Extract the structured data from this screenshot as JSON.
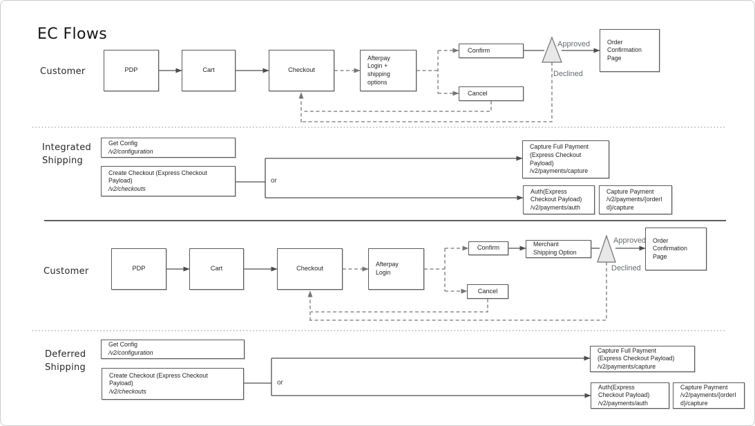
{
  "title": "EC Flows",
  "colors": {
    "box_border": "#595959",
    "solid_edge": "#4d4d4d",
    "dashed_edge": "#757575",
    "edge_label_gray": "#666a6e",
    "triangle_fill": "#e8e8e8",
    "separator_dotted": "#b3b3b3",
    "separator_solid": "#5c5c5c"
  },
  "lane1": {
    "label": "Customer",
    "pdp": "PDP",
    "cart": "Cart",
    "checkout": "Checkout",
    "afterpay": [
      "Afterpay",
      "Login +",
      "shipping",
      "options"
    ],
    "confirm": "Confirm",
    "cancel": "Cancel",
    "order_confirmation": [
      "Order",
      "Confirmation",
      "Page"
    ],
    "approved": "Approved",
    "declined": "Declined"
  },
  "integrated": {
    "label": [
      "Integrated",
      "Shipping"
    ],
    "get_config": {
      "title": "Get Config",
      "path": "/v2/configuration"
    },
    "create_checkout": {
      "lines": [
        "Create Checkout (Express Checkout",
        "Payload)"
      ],
      "path": "/v2/checkouts"
    },
    "or": "or",
    "capture_full": [
      "Capture Full Payment",
      "(Express Checkout",
      "Payload)",
      "/v2/payments/capture"
    ],
    "auth": [
      "Auth(Express",
      "Checkout Payload)",
      "/v2/payments/auth"
    ],
    "capture_payment": [
      "Capture Payment",
      "/v2/payments/{orderI",
      "d}/capture"
    ]
  },
  "lane2": {
    "label": "Customer",
    "pdp": "PDP",
    "cart": "Cart",
    "checkout": "Checkout",
    "afterpay": [
      "Afterpay",
      "Login"
    ],
    "confirm": "Confirm",
    "cancel": "Cancel",
    "merchant_shipping": [
      "Merchant",
      "Shipping Option"
    ],
    "order_confirmation": [
      "Order",
      "Confirmation",
      "Page"
    ],
    "approved": "Approved",
    "declined": "Declined"
  },
  "deferred": {
    "label": [
      "Deferred",
      "Shipping"
    ],
    "get_config": {
      "title": "Get Config",
      "path": "/v2/configuration"
    },
    "create_checkout": {
      "lines": [
        "Create Checkout (Express Checkout",
        "Payload)"
      ],
      "path": "/v2/checkouts"
    },
    "or": "or",
    "capture_full": [
      "Capture Full Payment",
      "(Express Checkout Payload)",
      "/v2/payments/capture"
    ],
    "auth": [
      "Auth(Express",
      "Checkout Payload)",
      "/v2/payments/auth"
    ],
    "capture_payment": [
      "Capture Payment",
      "/v2/payments/{orderI",
      "d}/capture"
    ]
  }
}
